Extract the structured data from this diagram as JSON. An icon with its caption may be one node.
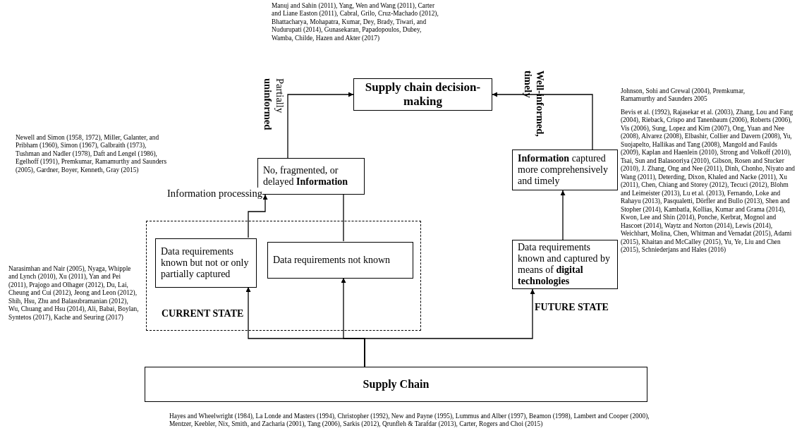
{
  "diagram": {
    "nodes": [
      {
        "text": [
          "Supply chain decision-making"
        ]
      },
      {
        "text": [
          "No, fragmented, or delayed **Information**"
        ]
      },
      {
        "text": [
          "**Information** captured more comprehensively and timely"
        ]
      },
      {
        "text": [
          "CURRENT STATE"
        ],
        "beside": [
          "Narasimhan and Nair (2005), Nyaga, Whipple and Lynch (2010), Xu (2011), Yan and Pei (2011), Prajogo and Olhager (2012), Du, Lai, Cheung and Cui (2012), Jeong and Leon (2012), Shih, Hsu, Zhu and Balasubramanian (2012), Wu, Chuang and Hsu (2014), Ali, Babai, Boylan, Syntetos (2017), Kache and Seuring (2017)"
        ]
      },
      {
        "text": [
          "Data requirements known but not or only partially captured"
        ],
        "in": 3
      },
      {
        "text": [
          "Data requirements not known"
        ],
        "in": 3
      },
      {
        "text": [
          "Data requirements known and captured by means of **digital technologies**"
        ],
        "beside": [
          "FUTURE STATE",
          "Bevis et al. (1992), Rajasekar et al. (2003), Zhang, Lou and Fang (2004), Rieback, Crispo and Tanenbaum (2006), Roberts (2006), Vis (2006), Sung, Lopez and Kim (2007), Ong, Yuan and Nee (2008), Alvarez (2008), Elbashir, Collier and Davern (2008), Yu, Suojapelto, Hallikas and Tang (2008), Mangold and Faulds (2009), Kaplan and Haenlein (2010), Strong and Volkoff (2010), Tsai, Sun and Balasooriya (2010), Gibson, Rosen and Stucker (2010), J. Zhang, Ong and Nee (2011), Dinh, Chonho, Niyato and Wang (2011), Deterding, Dixon, Khaled and Nacke (2011), Xu (2011), Chen, Chiang and Storey (2012), Tecuci (2012), Blohm and Leimeister (2013), Lu et al. (2013), Fernando, Loke and Rahayu (2013), Pasqualetti, Dörfler and Bullo (2013), Shen and Stopher (2014), Kambatla, Kollias, Kumar and Grama (2014), Kwon, Lee and Shin (2014), Ponche, Kerbrat, Mognol and Hascoet (2014), Waytz and Norton (2014), Lewis (2014), Weichhart, Molina, Chen, Whitman and Vernadat (2015), Adami (2015), Khaitan and McCalley (2015), Yu, Ye, Liu and Chen (2015), Schniederjans and Hales (2016)"
        ]
      },
      {
        "text": [
          "Supply Chain"
        ],
        "beside": [
          "Hayes and Wheelwright (1984), La Londe and Masters (1994), Christopher (1992), New and Payne (1995), Lummus and Alber (1997), Beamon (1998), Lambert and Cooper (2000), Mentzer, Keebler, Nix, Smith, and Zacharia (2001), Tang (2006), Sarkis (2012), Qrunfleh & Tarafdar (2013), Carter, Rogers and Choi (2015)"
        ]
      }
    ],
    "edges": [
      {
        "from": 1,
        "to": 0,
        "arrow": "to",
        "label": "Partially **uninformed**"
      },
      {
        "from": 2,
        "to": 0,
        "arrow": "to",
        "label": "Well-informed, timely"
      },
      {
        "from": 4,
        "to": 1,
        "arrow": "to",
        "label": "Information processing"
      },
      {
        "from": 5,
        "to": 1,
        "arrow": "to"
      },
      {
        "from": 7,
        "to": 4,
        "arrow": "to"
      },
      {
        "from": 7,
        "to": 5,
        "arrow": "to"
      },
      {
        "from": 7,
        "to": 6,
        "arrow": "to"
      },
      {
        "from": 6,
        "to": 2,
        "arrow": "to"
      }
    ],
    "labels": [
      "Manuj and Sahin (2011), Yang, Wen and Wang (2011), Carter and Liane Easton (2011), Cabral, Grilo, Cruz-Machado (2012), Bhattacharya, Mohapatra, Kumar, Dey, Brady, Tiwari, and Nudurupati (2014), Gunasekaran, Papadopoulos, Dubey, Wamba, Childe, Hazen and Akter (2017)",
      "Johnson, Sohi and Grewal (2004), Premkumar, Ramamurthy and Saunders 2005",
      "Newell and Simon (1958, 1972), Miller, Galanter, and Pribham (1960), Simon (1967), Galbraith (1973), Tushman and Nadler (1978), Daft and Lengel (1986), Egelhoff (1991), Premkumar, Ramamurthy and Saunders (2005), Gardner, Boyer, Kenneth, Gray (2015)"
    ]
  }
}
